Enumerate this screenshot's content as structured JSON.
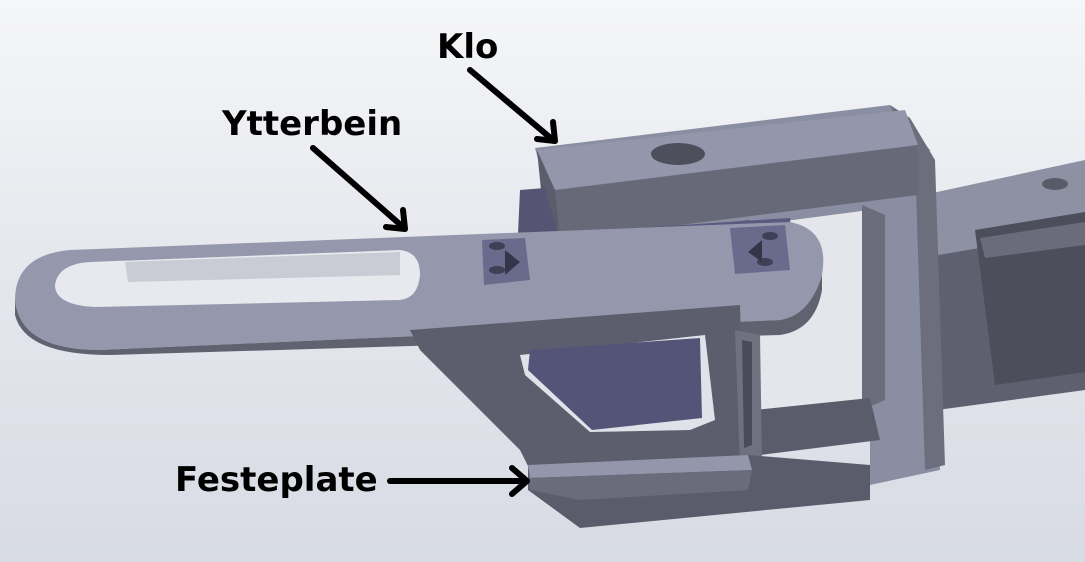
{
  "labels": {
    "klo": "Klo",
    "ytterbein": "Ytterbein",
    "festeplate": "Festeplate"
  },
  "colors": {
    "part_top": "#8c8fa3",
    "part_side": "#5d5f6e",
    "part_dark": "#4a4b58",
    "accent_plate": "#535378",
    "arrow": "#000000"
  }
}
